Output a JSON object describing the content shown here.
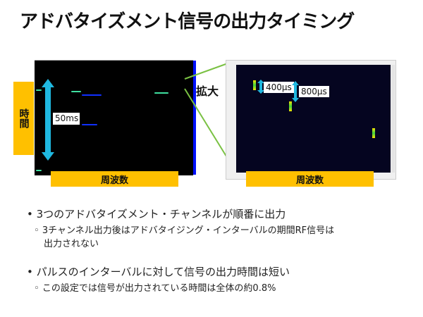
{
  "title": "アドバタイズメント信号の出力タイミング",
  "left_plot": {
    "y_axis_label": "時間",
    "x_axis_label": "周波数",
    "interval_label": "50ms"
  },
  "zoom_label": "拡大",
  "right_plot": {
    "x_axis_label": "周波数",
    "pulse_label_1": "400µs",
    "pulse_label_2": "800µs"
  },
  "colors": {
    "accent": "#ffc000",
    "arrow": "#1fb8e0",
    "connector": "#7ac143"
  },
  "bullets": [
    {
      "text": "3つのアドバタイズメント・チャンネルが順番に出力",
      "sub": [
        "3チャンネル出力後はアドバタイジング・インターバルの期間RF信号は",
        "出力されない"
      ]
    },
    {
      "text": "パルスのインターバルに対して信号の出力時間は短い",
      "sub": [
        "この設定では信号が出力されている時間は全体の約0.8%"
      ]
    }
  ]
}
